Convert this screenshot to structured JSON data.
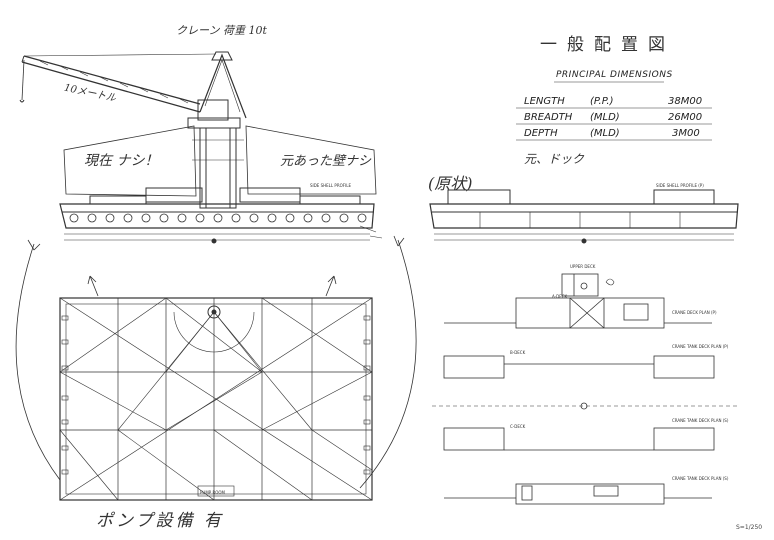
{
  "title": "一般配置図",
  "principal": {
    "heading": "PRINCIPAL DIMENSIONS",
    "rows": [
      {
        "name": "LENGTH",
        "unit": "(P.P.)",
        "value": "38M00"
      },
      {
        "name": "BREADTH",
        "unit": "(MLD)",
        "value": "26M00"
      },
      {
        "name": "DEPTH",
        "unit": "(MLD)",
        "value": "3M00"
      }
    ],
    "note": "元、ドック"
  },
  "annotations": {
    "crane_note": "クレーン 荷重 10t",
    "boom_length": "10メートル",
    "current": "現在 ナシ！",
    "future": "元あった壁ナシ",
    "original_state": "(原状)",
    "pump": "ポンプ設備 有",
    "scale": "S=1/250"
  },
  "small_labels": {
    "left_profile": "SIDE SHELL PROFILE",
    "right_profile": "SIDE SHELL PROFILE (P)",
    "upper_deck": "UPPER DECK",
    "deck_plan_1": "CRANE DECK PLAN (P)",
    "deck_plan_2": "CRANE TANK DECK PLAN (P)",
    "deck_plan_3": "CRANE TANK DECK PLAN (S)",
    "deck_plan_4": "CRANE TANK DECK PLAN (S)",
    "a_deck": "A-DECK",
    "b_deck": "B-DECK",
    "c_deck": "C-DECK",
    "pump_room": "PUMP ROOM"
  },
  "colors": {
    "line": "#333333",
    "paper": "#ffffff"
  }
}
